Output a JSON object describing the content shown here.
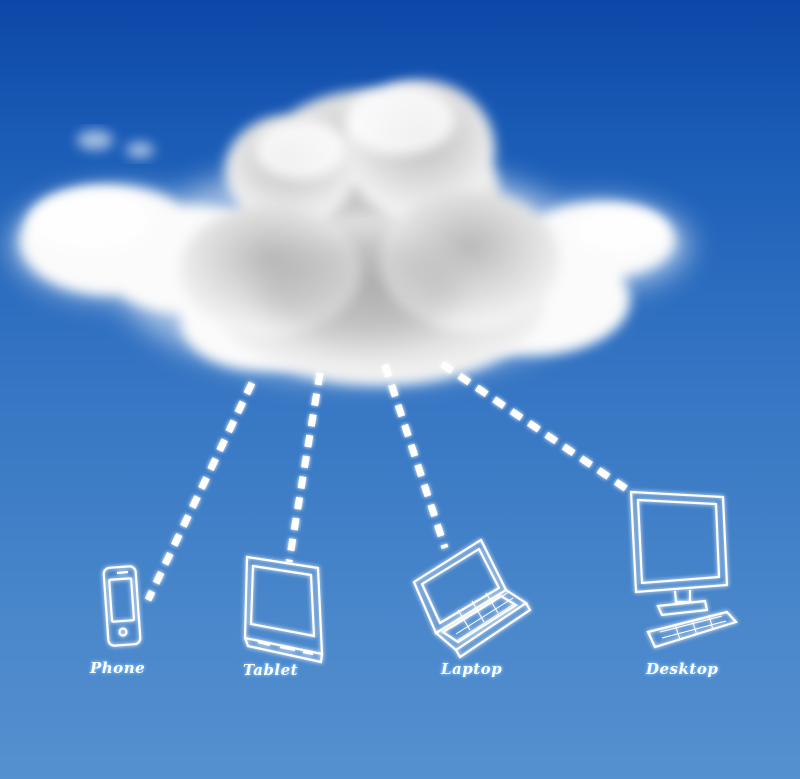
{
  "devices": [
    {
      "id": "phone",
      "label": "Phone",
      "icon": "smartphone-icon"
    },
    {
      "id": "tablet",
      "label": "Tablet",
      "icon": "tablet-icon"
    },
    {
      "id": "laptop",
      "label": "Laptop",
      "icon": "laptop-icon"
    },
    {
      "id": "desktop",
      "label": "Desktop",
      "icon": "desktop-monitor-icon"
    }
  ],
  "colors": {
    "sky_top": "#0d47a8",
    "sky_bottom": "#5590cf",
    "line_art": "#ffffff",
    "glow": "#7fc1ff",
    "cloud": "#f4f4f4"
  }
}
